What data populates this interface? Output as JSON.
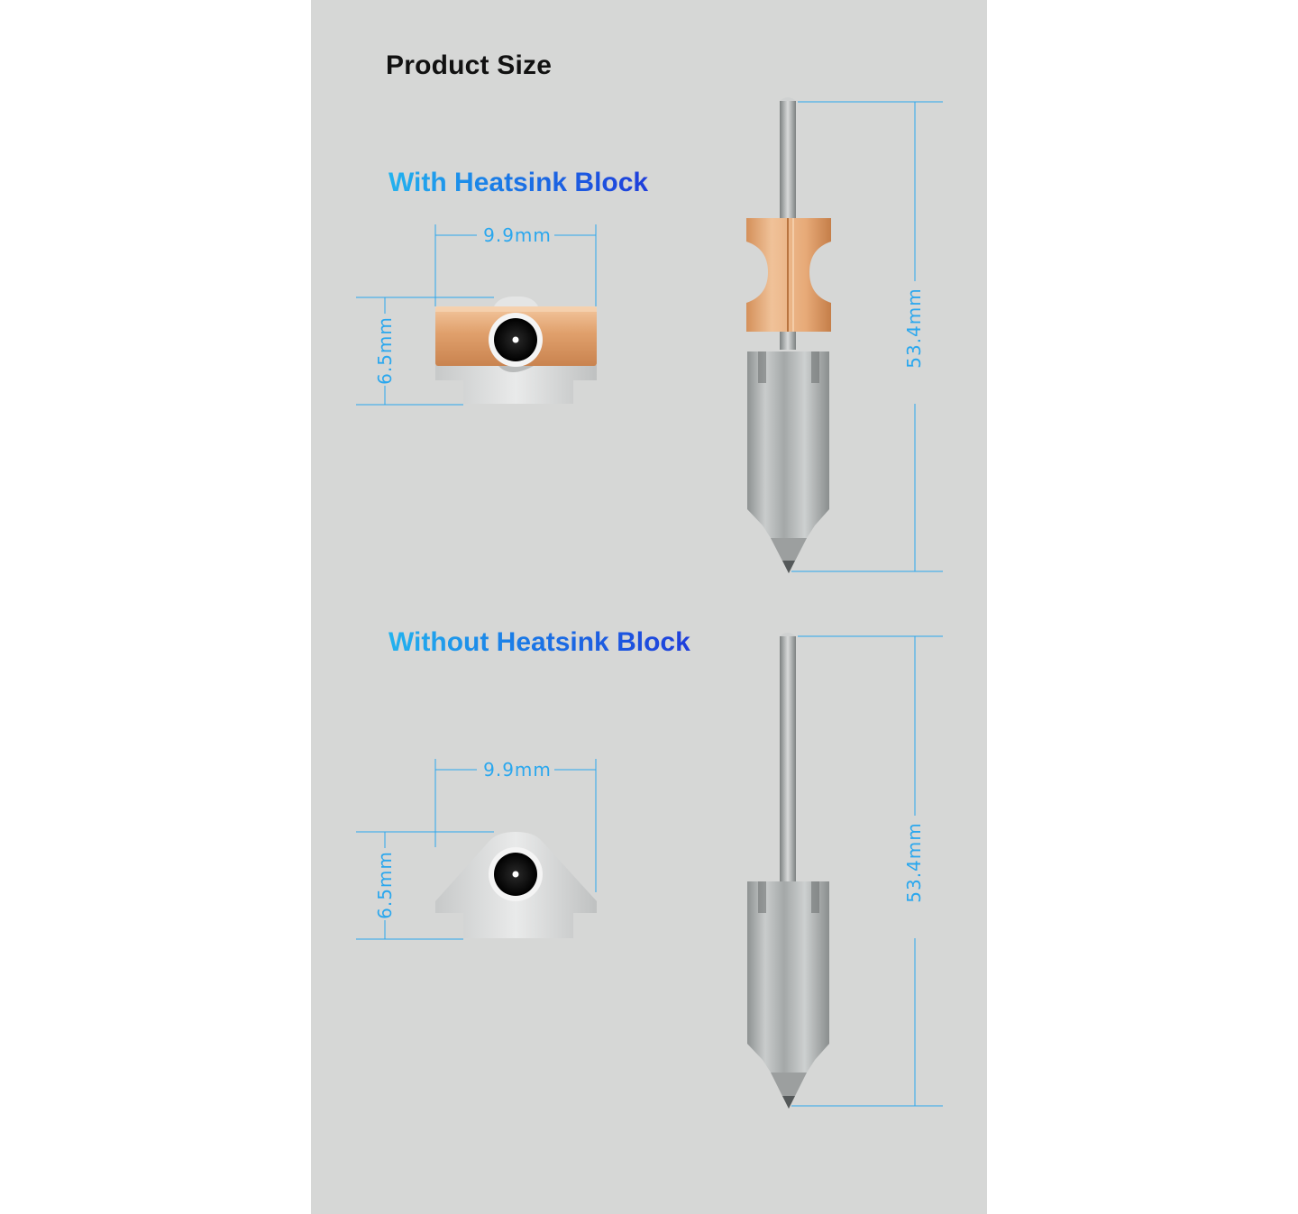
{
  "title": "Product Size",
  "sections": [
    {
      "heading": "With Heatsink Block",
      "width_label": "9.9mm",
      "height_label": "6.5mm",
      "length_label": "53.4mm"
    },
    {
      "heading": "Without Heatsink Block",
      "width_label": "9.9mm",
      "height_label": "6.5mm",
      "length_label": "53.4mm"
    }
  ],
  "colors": {
    "panel_background": "#d6d7d6",
    "dimension_line": "#2aa7ee",
    "heading_gradient_start": "#22b3ef",
    "heading_gradient_end": "#1e3ddb",
    "copper": "#e0a06c",
    "steel": "#b3b6b6"
  }
}
